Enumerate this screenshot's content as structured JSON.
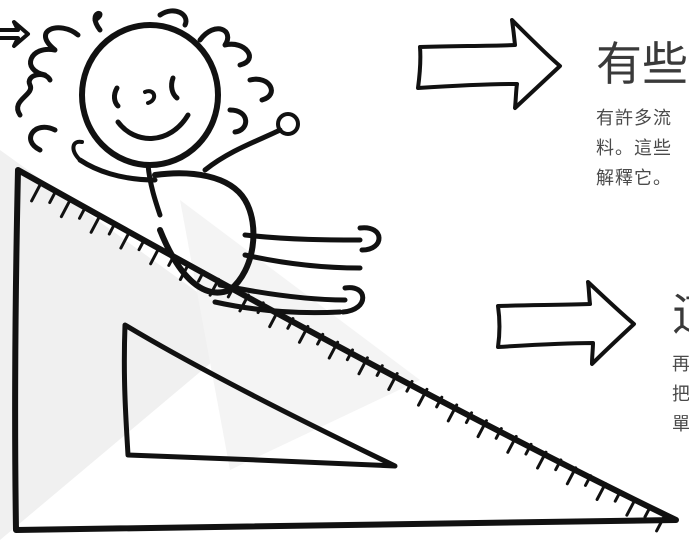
{
  "section_1": {
    "heading": "有些",
    "lines": [
      "有許多流",
      "料。這些",
      "解釋它。"
    ]
  },
  "section_2": {
    "heading": "這",
    "lines": [
      "再",
      "把",
      "單"
    ]
  },
  "colors": {
    "ink": "#111111",
    "text": "#3a3a3a",
    "watermark": "#ececec"
  }
}
